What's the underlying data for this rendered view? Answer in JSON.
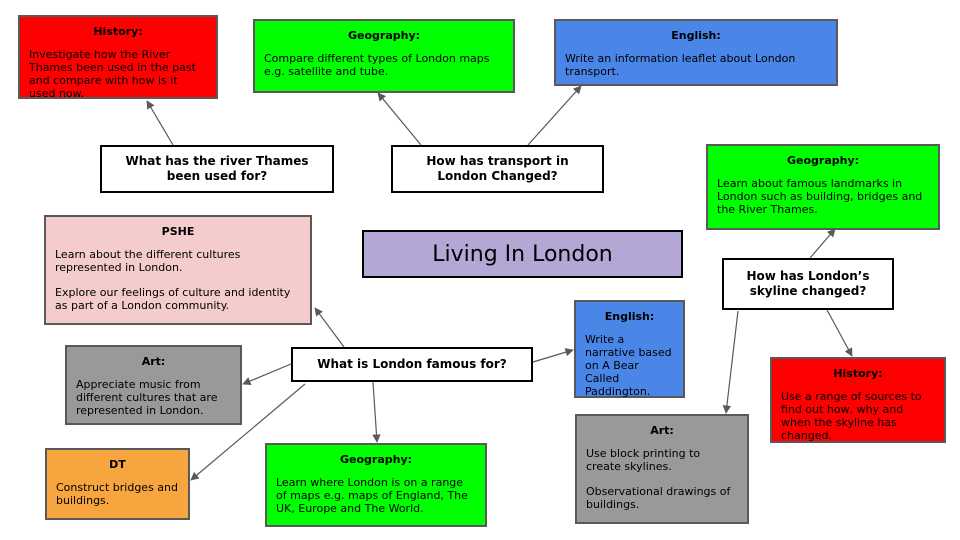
{
  "colors": {
    "red": "#ff0000",
    "green": "#00ff00",
    "blue": "#4a86e8",
    "pink": "#f4cccc",
    "grey": "#999999",
    "orange": "#f6a53f",
    "lavender": "#b4a7d6",
    "connector": "#595959"
  },
  "central": {
    "label": "Living In London"
  },
  "questions": {
    "thames": "What has the river Thames been used for?",
    "transport": "How has transport in London Changed?",
    "skyline": "How has London’s skyline changed?",
    "famous": "What is London famous for?"
  },
  "boxes": {
    "history_thames": {
      "title": "History:",
      "lines": [
        "Investigate how the River Thames been used in the past and compare with how is it used  now."
      ]
    },
    "geography_maps": {
      "title": "Geography:",
      "lines": [
        "Compare different types of London maps e.g. satellite and tube."
      ]
    },
    "english_leaflet": {
      "title": "English:",
      "lines": [
        "Write an information leaflet about London transport."
      ]
    },
    "geography_landmarks": {
      "title": "Geography:",
      "lines": [
        "Learn about famous landmarks in London such as building, bridges and the River Thames."
      ]
    },
    "pshe": {
      "title": "PSHE",
      "lines": [
        "Learn about the different cultures represented in London.",
        "Explore our feelings of culture and identity as part of a London community."
      ]
    },
    "english_narrative": {
      "title": "English:",
      "lines": [
        "Write a narrative based on A Bear Called Paddington."
      ]
    },
    "history_skyline": {
      "title": "History:",
      "lines": [
        "Use a range of sources to find out how, why and when the skyline has changed."
      ]
    },
    "art_music": {
      "title": "Art:",
      "lines": [
        "Appreciate music from different cultures that are represented in London."
      ]
    },
    "dt": {
      "title": "DT",
      "lines": [
        "Construct bridges and buildings."
      ]
    },
    "geography_world": {
      "title": "Geography:",
      "lines": [
        "Learn where London is on a range of maps e.g. maps of England, The UK, Europe and The World."
      ]
    },
    "art_printing": {
      "title": "Art:",
      "lines": [
        "Use block printing to create skylines.",
        "Observational drawings of buildings."
      ]
    }
  }
}
